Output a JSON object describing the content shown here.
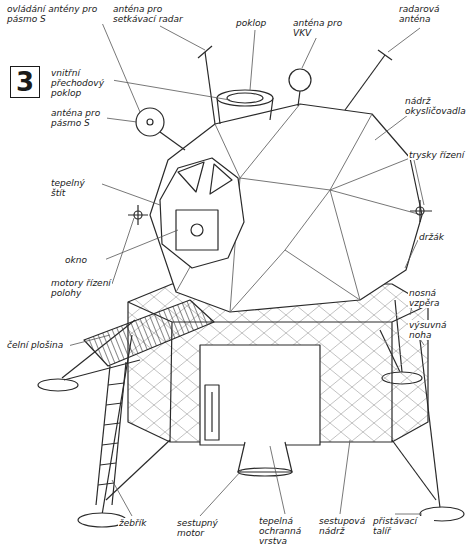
{
  "diagram": {
    "labels": [
      "ovládání antény pro pásmo S",
      "3",
      "vnitřní přechodový poklop",
      "anténa pro pásmo S",
      "tepelný štít",
      "okno",
      "motory řízení polohy",
      "čelní plošina",
      "anténa pro setkávací radar",
      "poklop",
      "anténa pro VKV",
      "radarová anténa",
      "nádrž okysličovadla",
      "trysky řízení",
      "držák",
      "nosná vzpěra",
      "výsuvná noha",
      "žebřík",
      "sestupný motor",
      "tepelná ochranná vrstva",
      "sestupová nádrž",
      "přistávací talíř"
    ]
  }
}
